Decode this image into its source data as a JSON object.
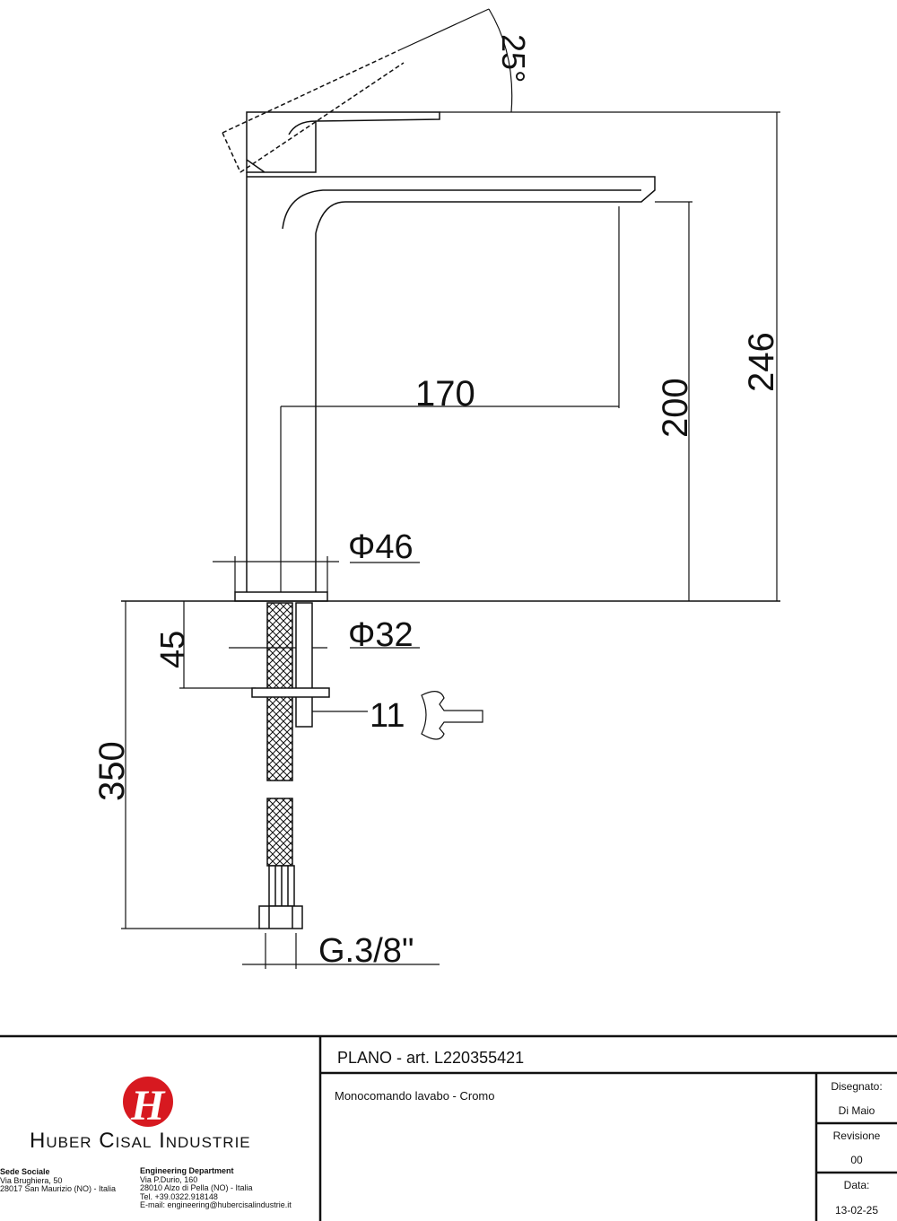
{
  "drawing": {
    "angle_label": "25°",
    "dim_height_total": "246",
    "dim_spout_height": "200",
    "dim_spout_reach": "170",
    "dim_base_diameter": "Φ46",
    "dim_shank_diameter": "Φ32",
    "dim_max_deck": "45",
    "dim_hose_length": "350",
    "dim_wrench": "11",
    "dim_connection": "G.3/8\""
  },
  "title_block": {
    "company": "Huber Cisal Industrie",
    "logo_letter": "H",
    "sede_title": "Sede Sociale",
    "sede_lines": [
      "Via Brughiera, 50",
      "28017 San Maurizio (NO) - Italia"
    ],
    "eng_title": "Engineering Department",
    "eng_lines": [
      "Via P.Durio, 160",
      "28010 Alzo di Pella (NO) - Italia",
      "Tel. +39.0322.918148",
      "E-mail: engineering@hubercisalindustrie.it"
    ],
    "product_title": "PLANO - art. L220355421",
    "description": "Monocomando lavabo - Cromo",
    "drawn_label": "Disegnato:",
    "drawn_value": "Di Maio",
    "revision_label": "Revisione",
    "revision_value": "00",
    "date_label": "Data:",
    "date_value": "13-02-25"
  },
  "colors": {
    "logo_red": "#d71920",
    "line": "#111111"
  }
}
